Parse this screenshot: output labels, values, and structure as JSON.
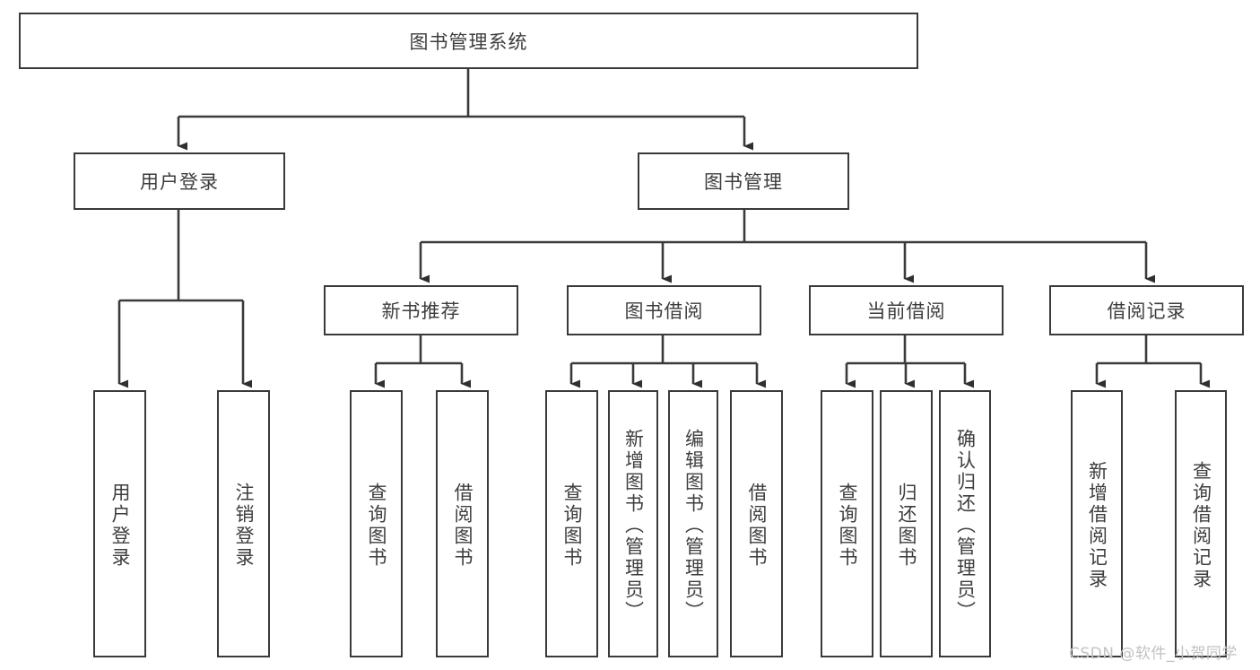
{
  "diagram": {
    "type": "tree",
    "title": "图书管理系统",
    "orientation": "top-down",
    "root": {
      "id": "root",
      "label": "图书管理系统"
    },
    "level2": [
      {
        "id": "user-login",
        "label": "用户登录"
      },
      {
        "id": "book-manage",
        "label": "图书管理"
      }
    ],
    "level3": [
      {
        "id": "new-book-rec",
        "label": "新书推荐",
        "parent": "book-manage"
      },
      {
        "id": "book-borrow",
        "label": "图书借阅",
        "parent": "book-manage"
      },
      {
        "id": "current-borrow",
        "label": "当前借阅",
        "parent": "book-manage"
      },
      {
        "id": "borrow-record",
        "label": "借阅记录",
        "parent": "book-manage"
      }
    ],
    "leaves": [
      {
        "id": "leaf-user-login",
        "label": "用户登录",
        "parent": "user-login"
      },
      {
        "id": "leaf-logout-login",
        "label": "注销登录",
        "parent": "user-login"
      },
      {
        "id": "leaf-query-book-1",
        "label": "查询图书",
        "parent": "new-book-rec"
      },
      {
        "id": "leaf-borrow-book-1",
        "label": "借阅图书",
        "parent": "new-book-rec"
      },
      {
        "id": "leaf-query-book-2",
        "label": "查询图书",
        "parent": "book-borrow"
      },
      {
        "id": "leaf-add-book",
        "label": "新增图书（管理员）",
        "parent": "book-borrow"
      },
      {
        "id": "leaf-edit-book",
        "label": "编辑图书（管理员）",
        "parent": "book-borrow"
      },
      {
        "id": "leaf-borrow-book-2",
        "label": "借阅图书",
        "parent": "book-borrow"
      },
      {
        "id": "leaf-query-book-3",
        "label": "查询图书",
        "parent": "current-borrow"
      },
      {
        "id": "leaf-return-book",
        "label": "归还图书",
        "parent": "current-borrow"
      },
      {
        "id": "leaf-confirm-return",
        "label": "确认归还（管理员）",
        "parent": "current-borrow"
      },
      {
        "id": "leaf-add-record",
        "label": "新增借阅记录",
        "parent": "borrow-record"
      },
      {
        "id": "leaf-query-record",
        "label": "查询借阅记录",
        "parent": "borrow-record"
      }
    ]
  },
  "watermark": {
    "text": "CSDN @软件_小贺同学"
  },
  "colors": {
    "stroke": "#3a3a3a",
    "text": "#3d3d3d",
    "background": "#ffffff",
    "watermark": "#c2c2c2"
  }
}
